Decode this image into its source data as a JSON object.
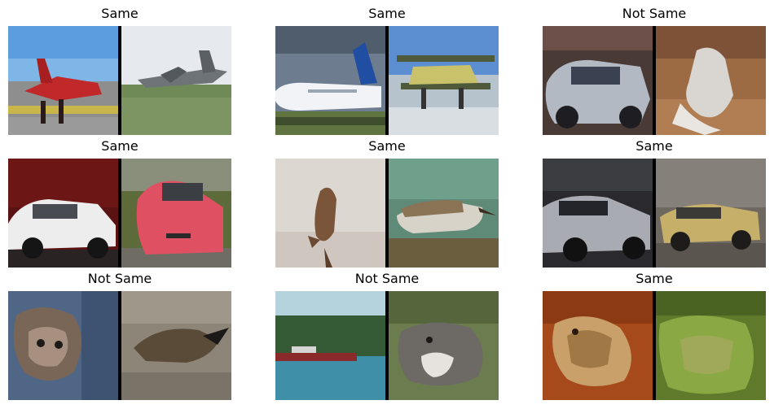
{
  "panels": [
    {
      "title": "Same"
    },
    {
      "title": "Same"
    },
    {
      "title": "Not Same"
    },
    {
      "title": "Same"
    },
    {
      "title": "Same"
    },
    {
      "title": "Same"
    },
    {
      "title": "Not Same"
    },
    {
      "title": "Not Same"
    },
    {
      "title": "Same"
    }
  ]
}
